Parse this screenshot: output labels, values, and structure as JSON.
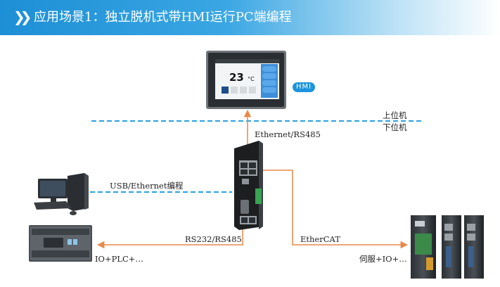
{
  "header": {
    "icon": "double-chevron-right-icon",
    "title": "应用场景1：独立脱机式带HMI运行PC端编程"
  },
  "hmi": {
    "badge": "HMI",
    "screen_temperature": "23",
    "screen_unit": "°C"
  },
  "labels": {
    "upper_level": "上位机",
    "lower_level": "下位机",
    "ethernet_rs485": "Ethernet/RS485",
    "usb_ethernet": "USB/Ethernet编程",
    "rs232_rs485": "RS232/RS485",
    "ethercat": "EtherCAT",
    "io_plc": "IO+PLC+…",
    "servo_io": "伺服+IO+…"
  },
  "colors": {
    "banner": "#1d8fd6",
    "connection_line": "#e8894a",
    "divider_line": "#2aa2e0",
    "badge": "#1d94dc"
  }
}
